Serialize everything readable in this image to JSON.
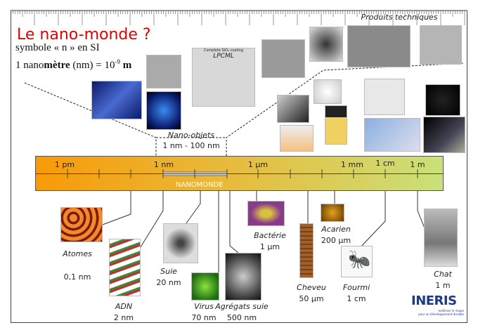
{
  "title": "Le nano-monde ?",
  "subtitle_line1": "symbole « n » en SI",
  "subtitle_line2_a": "1 nano",
  "subtitle_line2_b": "mètre",
  "subtitle_line2_c": " (nm) = 10",
  "subtitle_line2_exp": "-9",
  "subtitle_line2_d": " m",
  "top_labels": {
    "nano_objets": "Nano-objets",
    "nano_objets_range": "1 nm - 100 nm",
    "produits": "Produits techniques",
    "lpcml_caption": "Complete SiO₂ coating",
    "lpcml": "LPCML"
  },
  "scale": {
    "ticks": [
      "1 pm",
      "1 nm",
      "1 µm",
      "1 mm",
      "1 cm",
      "1 m"
    ],
    "band": "NANOMONDE"
  },
  "items": [
    {
      "name": "Atomes",
      "size": "0,1 nm"
    },
    {
      "name": "ADN",
      "size": "2 nm"
    },
    {
      "name": "Suie",
      "size": "20 nm"
    },
    {
      "name": "Virus",
      "size": "70 nm"
    },
    {
      "name": "Agrégats suie",
      "size": "500 nm"
    },
    {
      "name": "Bactérie",
      "size": "1 µm"
    },
    {
      "name": "Cheveu",
      "size": "50 µm"
    },
    {
      "name": "Acarien",
      "size": "200 µm"
    },
    {
      "name": "Fourmi",
      "size": "1 cm"
    },
    {
      "name": "Chat",
      "size": "1 m"
    }
  ],
  "logo": {
    "name": "INERIS",
    "tagline1": "maîtriser le risque",
    "tagline2": "pour un développement durable"
  },
  "colors": {
    "title": "#e00000",
    "bar_start": "#f89a08",
    "bar_end": "#c9e17a",
    "logo": "#1a3a8a"
  }
}
